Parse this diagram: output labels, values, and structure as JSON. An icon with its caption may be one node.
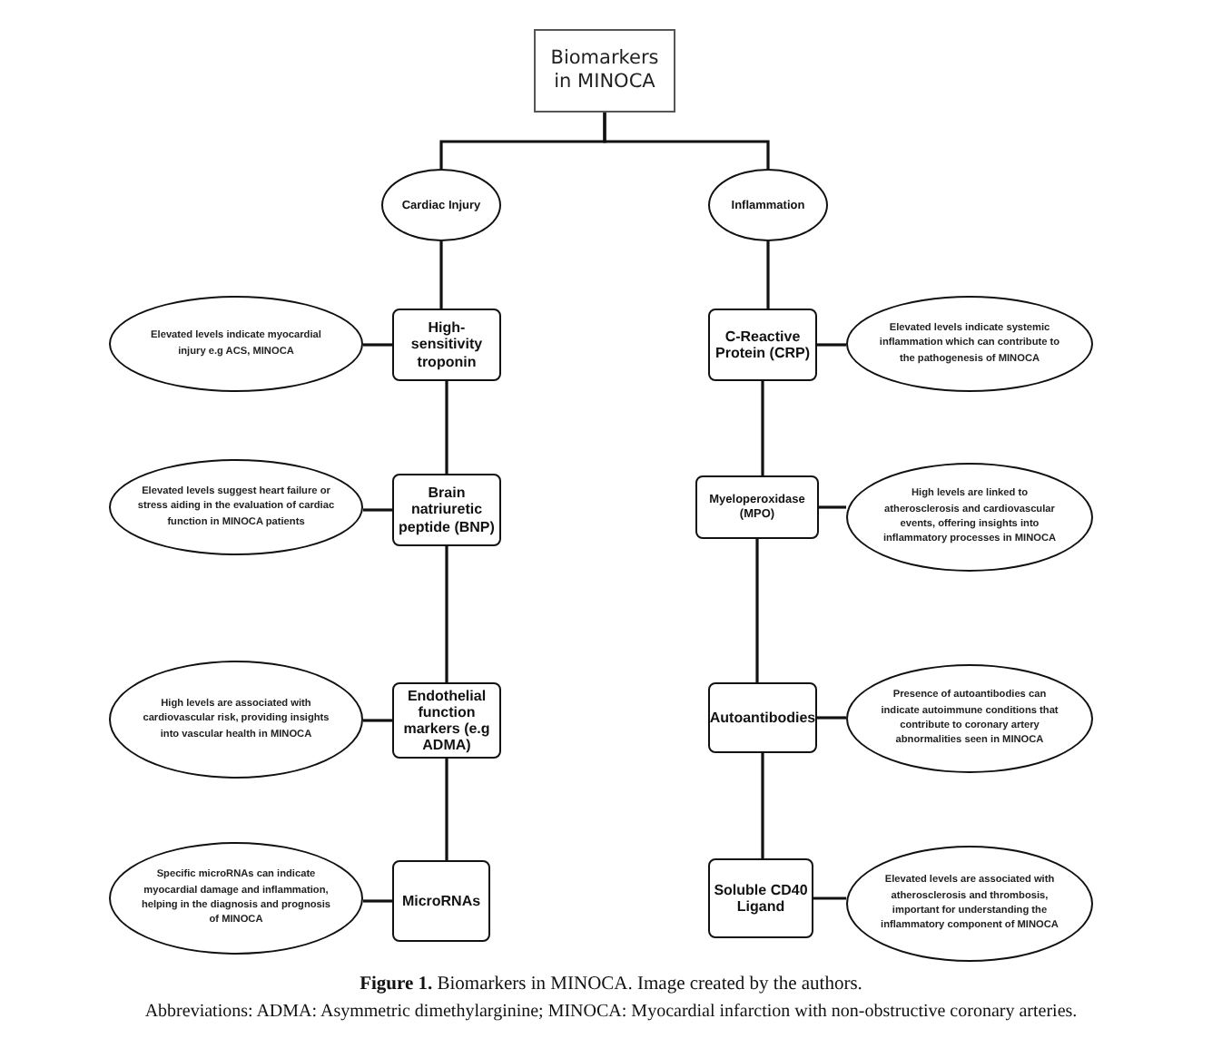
{
  "diagram": {
    "caption": "**Figure 1.** Biomarkers in MINOCA. Image created by the authors.",
    "nodes": [
      {
        "text": [
          "Biomarkers in MINOCA"
        ]
      },
      {
        "text": [
          "Cardiac Injury"
        ]
      },
      {
        "text": [
          "Inflammation"
        ]
      },
      {
        "text": [
          "Elevated levels indicate myocardial injury e.g ACS, MINOCA"
        ]
      },
      {
        "text": [
          "High-sensitivity troponin"
        ]
      },
      {
        "text": [
          "C-Reactive Protein (CRP)"
        ]
      },
      {
        "text": [
          "Elevated levels indicate systemic inflammation which can contribute to the pathogenesis of MINOCA"
        ]
      },
      {
        "text": [
          "Elevated levels suggest heart failure or stress aiding in the evaluation of cardiac function in MINOCA patients"
        ]
      },
      {
        "text": [
          "Brain natriuretic peptide (BNP)"
        ]
      },
      {
        "text": [
          "Myeloperoxidase (MPO)"
        ]
      },
      {
        "text": [
          "High levels are linked to atherosclerosis and cardiovascular events, offering insights into inflammatory processes in MINOCA"
        ]
      },
      {
        "text": [
          "High levels are associated with cardiovascular risk, providing insights into vascular health in MINOCA"
        ]
      },
      {
        "text": [
          "Endothelial function markers (e.g ADMA)"
        ]
      },
      {
        "text": [
          "Autoantibodies"
        ]
      },
      {
        "text": [
          "Presence of autoantibodies can indicate autoimmune conditions that contribute to coronary artery abnormalities seen in MINOCA"
        ]
      },
      {
        "text": [
          "Specific microRNAs can indicate myocardial damage and inflammation, helping in the diagnosis and prognosis of MINOCA"
        ]
      },
      {
        "text": [
          "MicroRNAs"
        ]
      },
      {
        "text": [
          "Soluble CD40 Ligand"
        ]
      },
      {
        "text": [
          "Elevated levels are associated with atherosclerosis and thrombosis, important for understanding the inflammatory component of MINOCA"
        ]
      }
    ],
    "edges": [
      {
        "from": 0,
        "to": 1,
        "arrow": "none"
      },
      {
        "from": 0,
        "to": 2,
        "arrow": "none"
      },
      {
        "from": 1,
        "to": 4,
        "arrow": "none"
      },
      {
        "from": 4,
        "to": 8,
        "arrow": "none"
      },
      {
        "from": 8,
        "to": 12,
        "arrow": "none"
      },
      {
        "from": 12,
        "to": 16,
        "arrow": "none"
      },
      {
        "from": 2,
        "to": 5,
        "arrow": "none"
      },
      {
        "from": 5,
        "to": 9,
        "arrow": "none"
      },
      {
        "from": 9,
        "to": 13,
        "arrow": "none"
      },
      {
        "from": 13,
        "to": 17,
        "arrow": "none"
      },
      {
        "from": 4,
        "to": 3,
        "arrow": "none"
      },
      {
        "from": 5,
        "to": 6,
        "arrow": "none"
      },
      {
        "from": 8,
        "to": 7,
        "arrow": "none"
      },
      {
        "from": 9,
        "to": 10,
        "arrow": "none"
      },
      {
        "from": 12,
        "to": 11,
        "arrow": "none"
      },
      {
        "from": 13,
        "to": 14,
        "arrow": "none"
      },
      {
        "from": 16,
        "to": 15,
        "arrow": "none"
      },
      {
        "from": 17,
        "to": 18,
        "arrow": "none"
      }
    ],
    "labels": [
      "Abbreviations: ADMA: Asymmetric dimethylarginine; MINOCA: Myocardial infarction with non-obstructive coronary arteries."
    ]
  }
}
